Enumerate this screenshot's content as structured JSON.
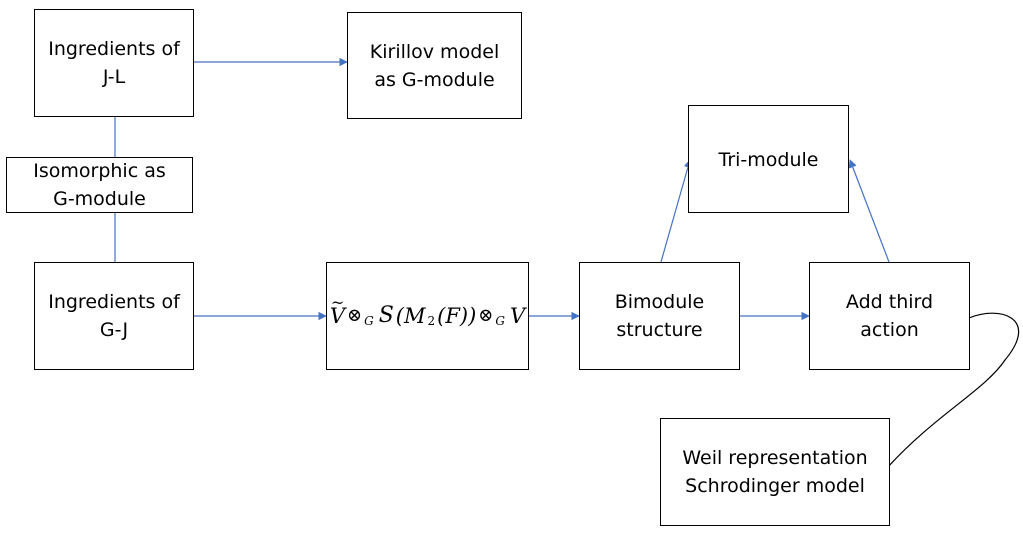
{
  "nodes": {
    "ingredients_jl": {
      "line1": "Ingredients of",
      "line2": "J-L"
    },
    "kirillov": {
      "line1": "Kirillov model",
      "line2": "as G-module"
    },
    "isomorphic": {
      "line1": "Isomorphic as",
      "line2": "G-module"
    },
    "ingredients_gj": {
      "line1": "Ingredients of",
      "line2": "G-J"
    },
    "tensor_formula": {
      "v1": "V",
      "sub1": "G",
      "otimes": "⊗",
      "s": "S",
      "inner": "(M",
      "inner_sub": "2",
      "inner_end": "(F))",
      "sub2": "G",
      "v2": "V"
    },
    "bimodule": {
      "line1": "Bimodule",
      "line2": "structure"
    },
    "trimodule": {
      "line1": "Tri-module"
    },
    "add_third": {
      "line1": "Add third",
      "line2": "action"
    },
    "weil": {
      "line1": "Weil representation",
      "line2": "Schrodinger model"
    }
  },
  "colors": {
    "arrow": "#4472c4",
    "border": "#000000",
    "curve": "#000000"
  }
}
